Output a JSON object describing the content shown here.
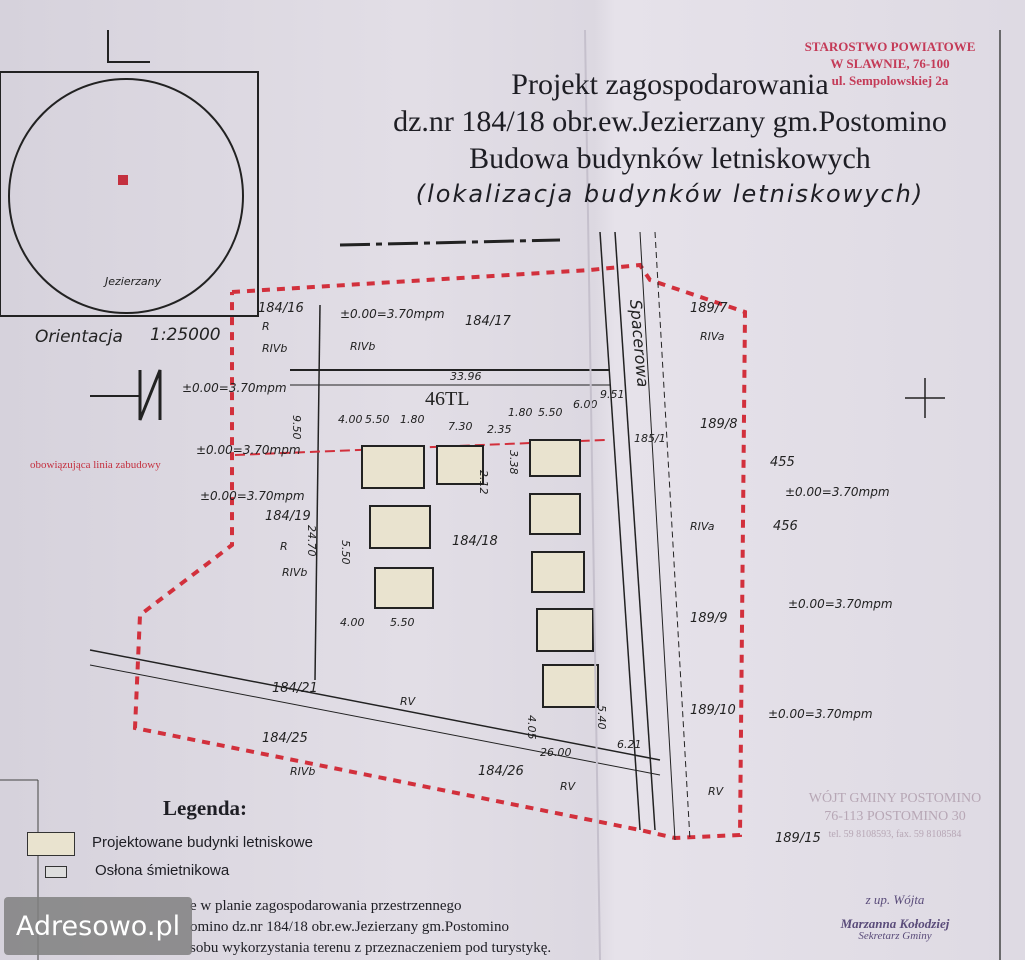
{
  "title": {
    "line1": "Projekt zagospodarowania",
    "line2": "dz.nr 184/18 obr.ew.Jezierzany gm.Postomino",
    "line3": "Budowa budynków letniskowych",
    "line4": "(lokalizacja budynków letniskowych)"
  },
  "stamp_top": {
    "line1": "STAROSTWO POWIATOWE",
    "line2": "W SLAWNIE, 76-100",
    "line3": "ul. Sempolowskiej 2a"
  },
  "orientation": {
    "place": "Jezierzany",
    "label": "Orientacja",
    "scale": "1:25000"
  },
  "plan": {
    "road": "Spacerowa",
    "zone": "46TL",
    "building_line": "obowiązująca linia zabudowy",
    "elevation": "±0.00=3.70mpm",
    "parcels": [
      "184/16",
      "184/17",
      "184/19",
      "184/18",
      "184/21",
      "184/25",
      "184/26",
      "189/7",
      "189/8",
      "189/9",
      "189/10",
      "189/15",
      "455",
      "456",
      "185/1"
    ],
    "soil": [
      "R",
      "RIVb",
      "RIVa",
      "RV"
    ],
    "dimensions": [
      "4.00",
      "5.50",
      "1.80",
      "7.30",
      "2.35",
      "1.80",
      "5.50",
      "6.00",
      "9.51",
      "9.50",
      "24.70",
      "5.50",
      "4.00",
      "5.50",
      "26.00",
      "6.21",
      "5.40",
      "4.05",
      "3.38",
      "2.12",
      "33.96"
    ]
  },
  "legend": {
    "title": "Legenda:",
    "items": [
      "Projektowane budynki letniskowe",
      "Osłona śmietnikowa"
    ],
    "notes": [
      "e w planie zagospodarowania przestrzennego",
      "omino dz.nr 184/18 obr.ew.Jezierzany gm.Postomino",
      "sobu wykorzystania terenu z przeznaczeniem pod turystykę."
    ]
  },
  "stamp_bottom": {
    "line1": "WÓJT GMINY POSTOMINO",
    "line2": "76-113 POSTOMINO 30",
    "line3": "tel. 59 8108593, fax. 59 8108584"
  },
  "signature": {
    "line1": "z up. Wójta",
    "line2": "Marzanna Kołodziej",
    "line3": "Sekretarz Gminy"
  },
  "watermark": "Adresowo.pl",
  "colors": {
    "boundary": "#d2303c",
    "ink": "#222222",
    "stamp": "#c43a57",
    "building": "#e9e3cf"
  }
}
